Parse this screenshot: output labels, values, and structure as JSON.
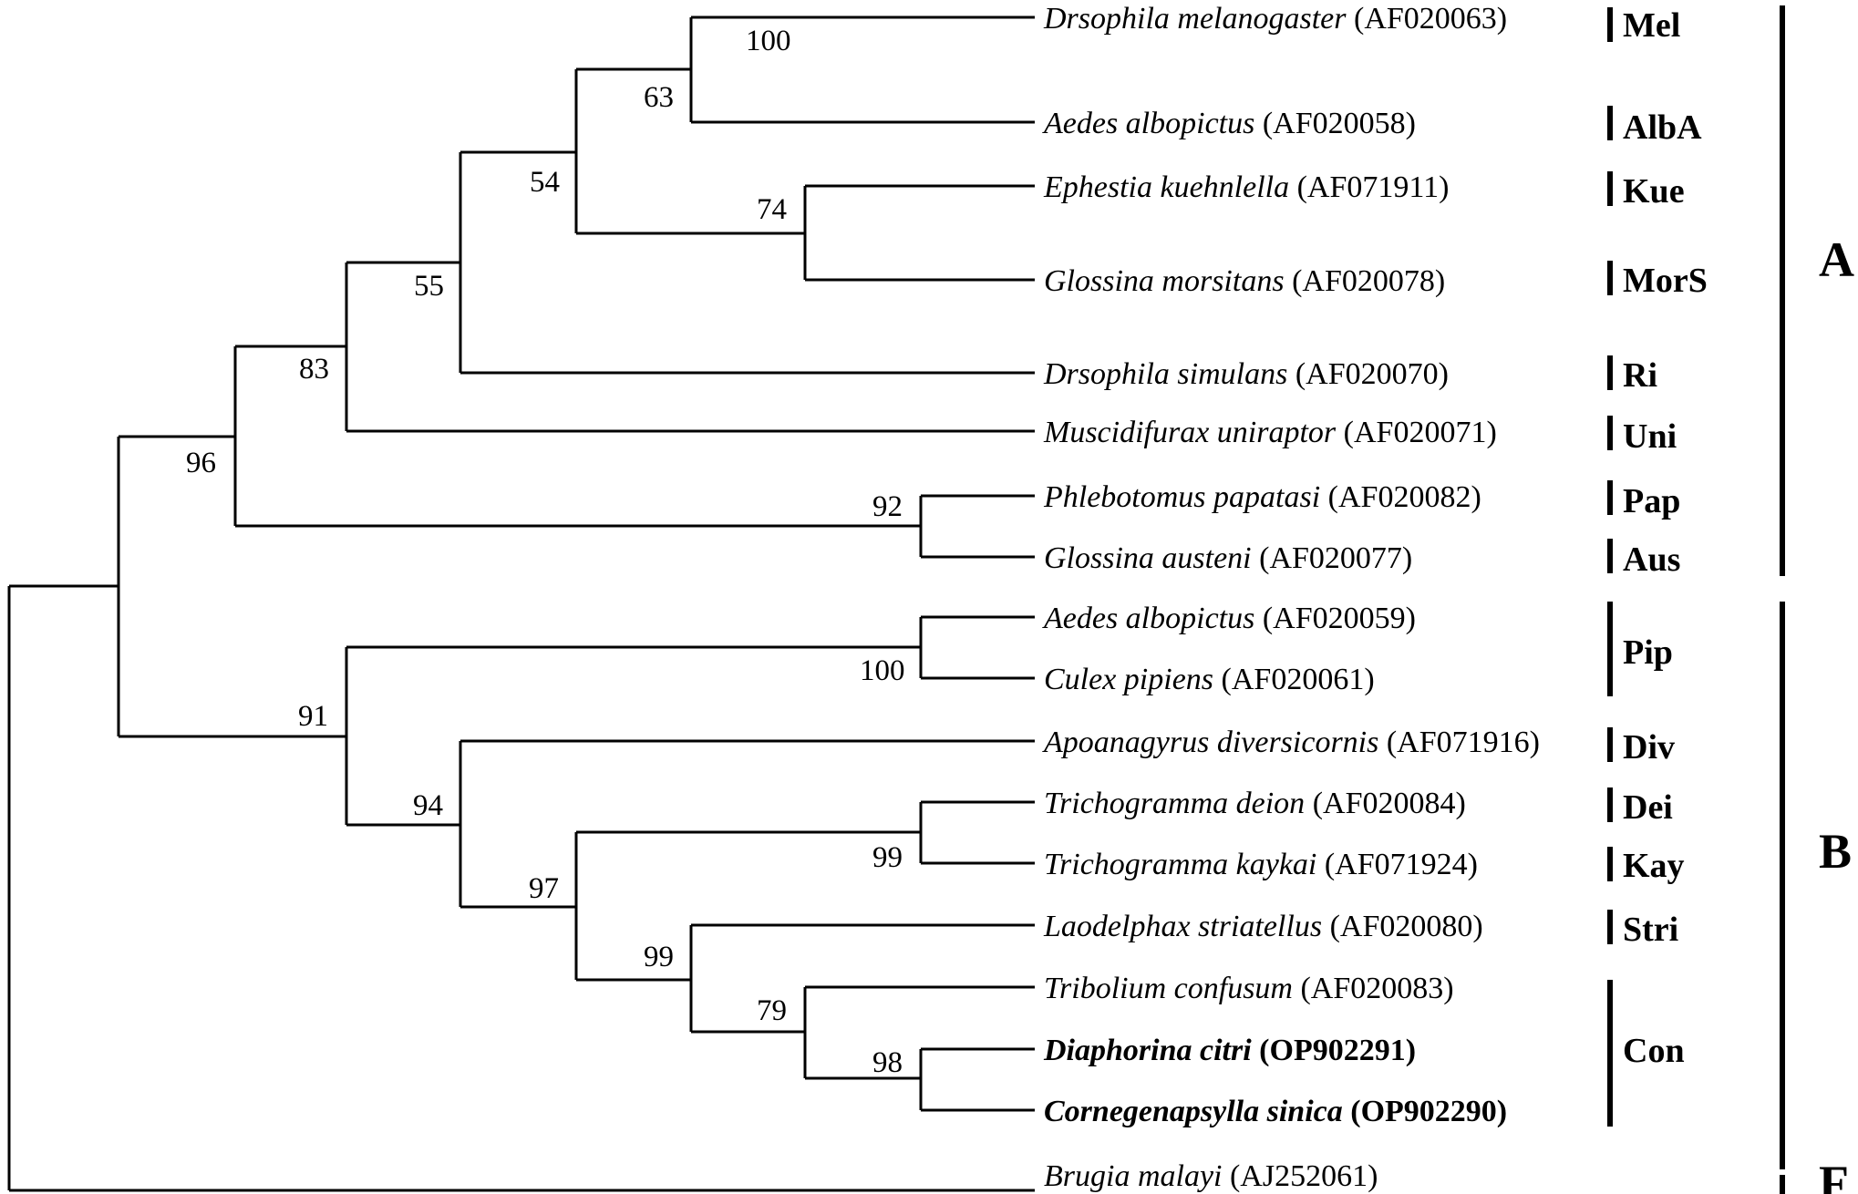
{
  "tree": {
    "taxa": [
      {
        "id": "mel",
        "species": "Drsophila melanogaster",
        "accession": "(AF020063)",
        "bold": false
      },
      {
        "id": "albA",
        "species": "Aedes albopictus",
        "accession": "(AF020058)",
        "bold": false
      },
      {
        "id": "kue",
        "species": "Ephestia kuehnlella",
        "accession": "(AF071911)",
        "bold": false
      },
      {
        "id": "mors",
        "species": "Glossina morsitans",
        "accession": "(AF020078)",
        "bold": false
      },
      {
        "id": "ri",
        "species": "Drsophila simulans",
        "accession": "(AF020070)",
        "bold": false
      },
      {
        "id": "uni",
        "species": "Muscidifurax uniraptor",
        "accession": "(AF020071)",
        "bold": false
      },
      {
        "id": "pap",
        "species": "Phlebotomus papatasi",
        "accession": "(AF020082)",
        "bold": false
      },
      {
        "id": "aus",
        "species": "Glossina austeni",
        "accession": "(AF020077)",
        "bold": false
      },
      {
        "id": "albB",
        "species": "Aedes albopictus",
        "accession": "(AF020059)",
        "bold": false
      },
      {
        "id": "pip",
        "species": "Culex pipiens",
        "accession": "(AF020061)",
        "bold": false
      },
      {
        "id": "div",
        "species": "Apoanagyrus diversicornis",
        "accession": "(AF071916)",
        "bold": false
      },
      {
        "id": "dei",
        "species": "Trichogramma deion",
        "accession": "(AF020084)",
        "bold": false
      },
      {
        "id": "kay",
        "species": "Trichogramma kaykai",
        "accession": "(AF071924)",
        "bold": false
      },
      {
        "id": "stri",
        "species": "Laodelphax striatellus",
        "accession": "(AF020080)",
        "bold": false
      },
      {
        "id": "tcon",
        "species": "Tribolium confusum",
        "accession": "(AF020083)",
        "bold": false
      },
      {
        "id": "dcit",
        "species": "Diaphorina citri",
        "accession": "(OP902291)",
        "bold": true
      },
      {
        "id": "csin",
        "species": "Cornegenapsylla sinica",
        "accession": "(OP902290)",
        "bold": true
      },
      {
        "id": "bmal",
        "species": "Brugia malayi",
        "accession": "(AJ252061)",
        "bold": false
      }
    ],
    "bootstrap": {
      "n100a": "100",
      "n63": "63",
      "n74": "74",
      "n54": "54",
      "n55": "55",
      "n83": "83",
      "n92": "92",
      "n96": "96",
      "n100b": "100",
      "n99a": "99",
      "n98": "98",
      "n79": "79",
      "n99b": "99",
      "n97": "97",
      "n94": "94",
      "n91": "91"
    },
    "subgroups": [
      "Mel",
      "AlbA",
      "Kue",
      "MorS",
      "Ri",
      "Uni",
      "Pap",
      "Aus",
      "Pip",
      "Div",
      "Dei",
      "Kay",
      "Stri",
      "Con"
    ],
    "supergroups": [
      "A",
      "B",
      "F"
    ]
  }
}
